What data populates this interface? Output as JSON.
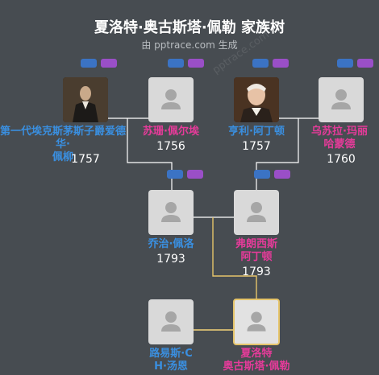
{
  "header": {
    "title": "夏洛特·奥古斯塔·佩勒 家族树",
    "subtitle": "由 pptrace.com 生成",
    "watermark": "pptrace.com"
  },
  "people": {
    "p1": {
      "name_line1": "第一代埃克斯茅斯子爵爱德华·",
      "name_line2": "佩柳",
      "year": "1757",
      "gender": "male",
      "photo": true
    },
    "p2": {
      "name_line1": "苏珊·佩尔埃",
      "year": "1756",
      "gender": "female",
      "photo": false
    },
    "p3": {
      "name_line1": "亨利·阿丁顿",
      "year": "1757",
      "gender": "male",
      "photo": true
    },
    "p4": {
      "name_line1": "乌苏拉·玛丽",
      "name_line2": "哈蒙德",
      "year": "1760",
      "gender": "female",
      "photo": false
    },
    "p5": {
      "name_line1": "乔治·佩洛",
      "year": "1793",
      "gender": "male",
      "photo": false
    },
    "p6": {
      "name_line1": "弗朗西斯",
      "name_line2": "阿丁顿",
      "year": "1793",
      "gender": "female",
      "photo": false
    },
    "p7": {
      "name_line1": "路易斯·C",
      "name_line2": "H·汤恩",
      "gender": "male",
      "photo": false
    },
    "p8": {
      "name_line1": "夏洛特",
      "name_line2": "奥古斯塔·佩勒",
      "gender": "female",
      "photo": false,
      "focus": true
    }
  },
  "colors": {
    "background": "#474c51",
    "male": "#3a8fe0",
    "female": "#e63b9a",
    "line": "#ffffff",
    "highlight_line": "#e5c46a",
    "card": "#d9d9d9",
    "toggle_blue": "#3b73c4",
    "toggle_purple": "#9a4fc7"
  }
}
